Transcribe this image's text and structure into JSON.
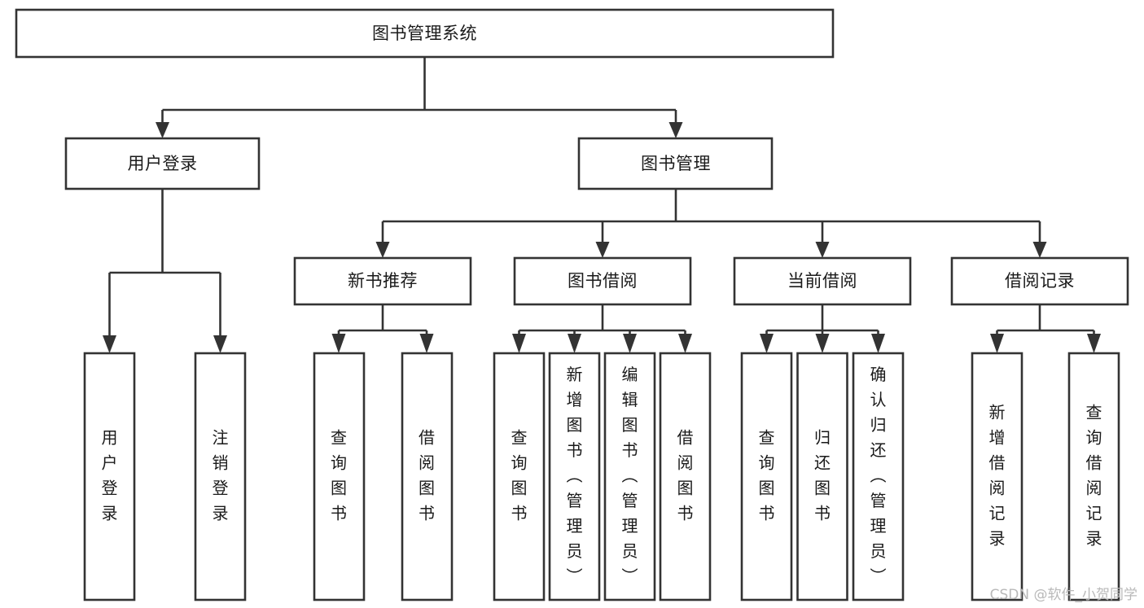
{
  "diagram": {
    "type": "tree",
    "title": "图书管理系统",
    "orientation": "top-down",
    "colors": {
      "stroke": "#333333",
      "box_fill": "#ffffff",
      "text": "#1a1a1a",
      "background": "#ffffff",
      "watermark": "#b9b9b9"
    },
    "root": {
      "id": "root",
      "label": "图书管理系统",
      "text_orientation": "horizontal"
    },
    "level2": [
      {
        "id": "user-login",
        "label": "用户登录",
        "text_orientation": "horizontal"
      },
      {
        "id": "book-management",
        "label": "图书管理",
        "text_orientation": "horizontal"
      }
    ],
    "level3": [
      {
        "id": "new-book-recommend",
        "label": "新书推荐",
        "parent": "book-management",
        "text_orientation": "horizontal"
      },
      {
        "id": "book-borrow",
        "label": "图书借阅",
        "parent": "book-management",
        "text_orientation": "horizontal"
      },
      {
        "id": "current-borrow",
        "label": "当前借阅",
        "parent": "book-management",
        "text_orientation": "horizontal"
      },
      {
        "id": "borrow-record",
        "label": "借阅记录",
        "parent": "book-management",
        "text_orientation": "horizontal"
      }
    ],
    "leaves": [
      {
        "id": "leaf-user-login",
        "parent": "user-login",
        "label": "用户登录",
        "text_orientation": "vertical"
      },
      {
        "id": "leaf-user-logout",
        "parent": "user-login",
        "label": "注销登录",
        "text_orientation": "vertical"
      },
      {
        "id": "leaf-recommend-query-book",
        "parent": "new-book-recommend",
        "label": "查询图书",
        "text_orientation": "vertical"
      },
      {
        "id": "leaf-recommend-borrow-book",
        "parent": "new-book-recommend",
        "label": "借阅图书",
        "text_orientation": "vertical"
      },
      {
        "id": "leaf-borrow-query-book",
        "parent": "book-borrow",
        "label": "查询图书",
        "text_orientation": "vertical"
      },
      {
        "id": "leaf-borrow-add-book",
        "parent": "book-borrow",
        "label": "新增图书（管理员）",
        "text_orientation": "vertical"
      },
      {
        "id": "leaf-borrow-edit-book",
        "parent": "book-borrow",
        "label": "编辑图书（管理员）",
        "text_orientation": "vertical"
      },
      {
        "id": "leaf-borrow-borrow-book",
        "parent": "book-borrow",
        "label": "借阅图书",
        "text_orientation": "vertical"
      },
      {
        "id": "leaf-current-query-book",
        "parent": "current-borrow",
        "label": "查询图书",
        "text_orientation": "vertical"
      },
      {
        "id": "leaf-current-return-book",
        "parent": "current-borrow",
        "label": "归还图书",
        "text_orientation": "vertical"
      },
      {
        "id": "leaf-current-confirm-return",
        "parent": "current-borrow",
        "label": "确认归还（管理员）",
        "text_orientation": "vertical"
      },
      {
        "id": "leaf-record-add",
        "parent": "borrow-record",
        "label": "新增借阅记录",
        "text_orientation": "vertical"
      },
      {
        "id": "leaf-record-query",
        "parent": "borrow-record",
        "label": "查询借阅记录",
        "text_orientation": "vertical"
      }
    ]
  },
  "watermark": {
    "text": "CSDN @软件_小贺同学"
  }
}
